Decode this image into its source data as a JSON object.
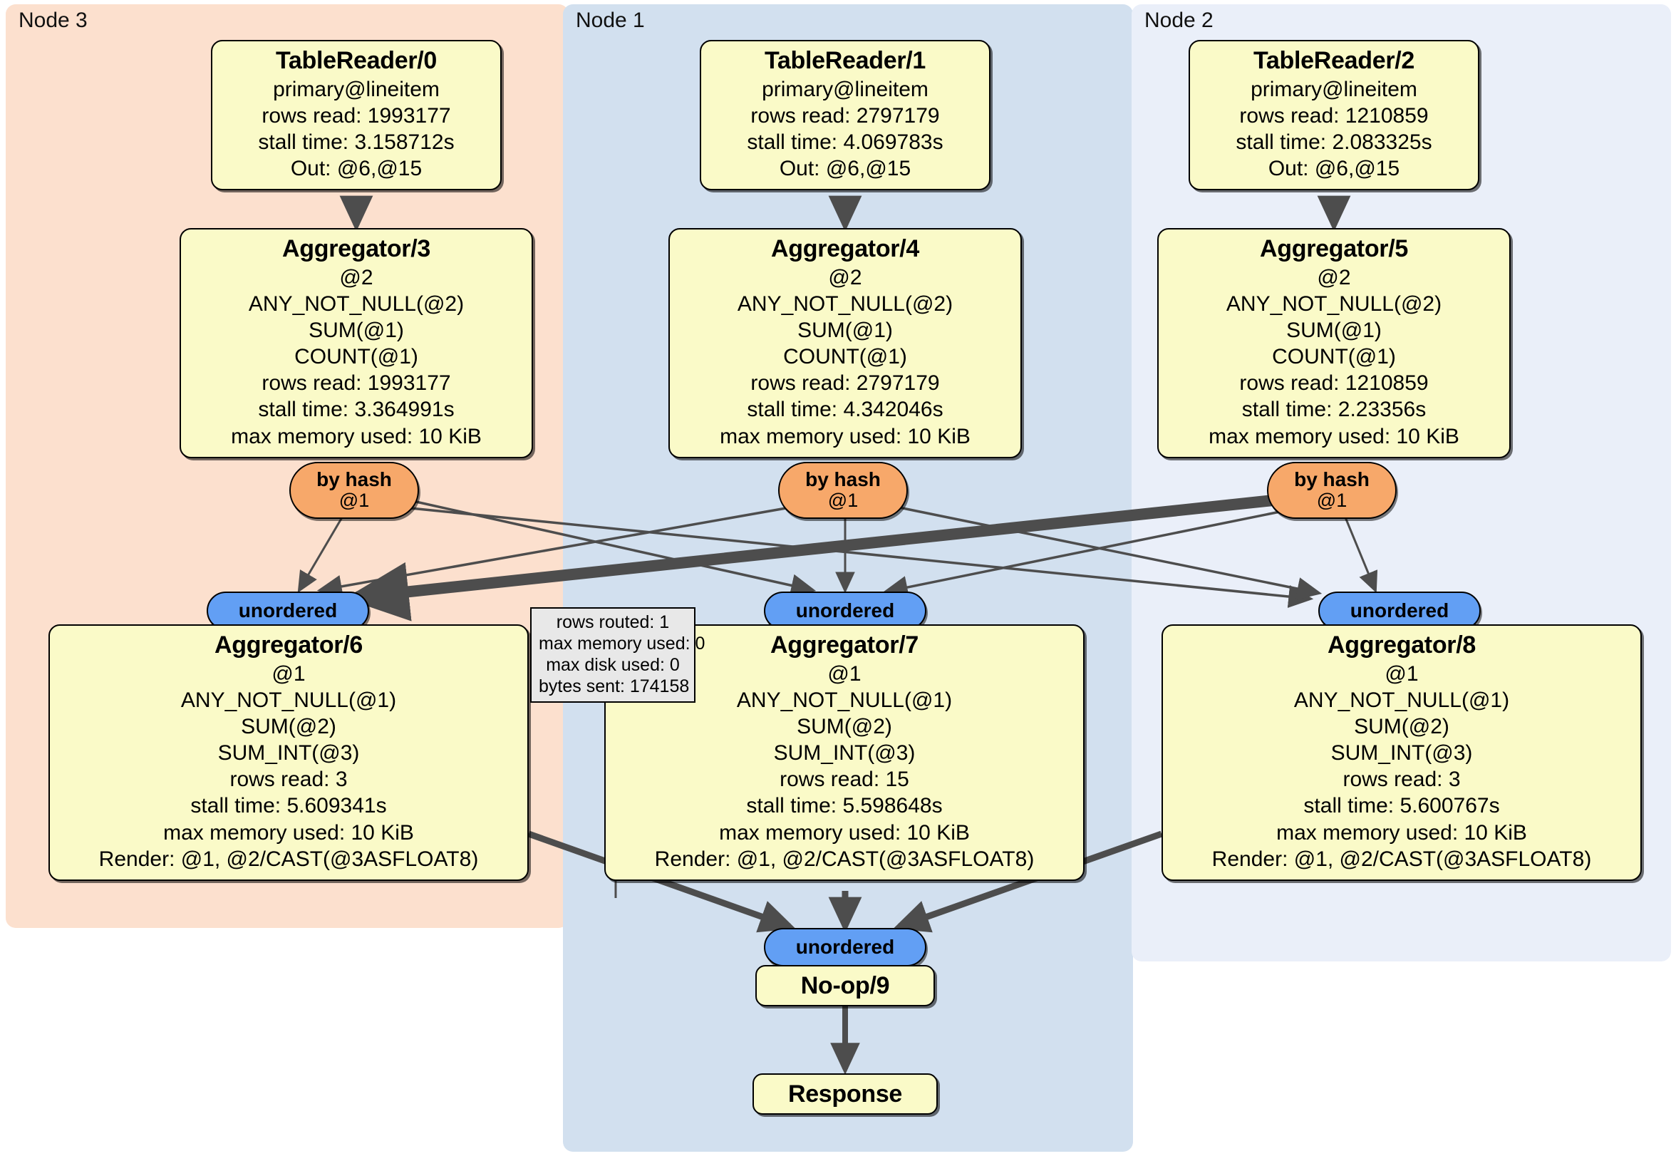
{
  "diagram": {
    "title": "Distributed query execution plan",
    "colors": {
      "node3_panel": "#FCE0CE",
      "node1_panel": "#D2E0EF",
      "node2_panel": "#EAEFF9",
      "operator_box": "#FAFAC8",
      "by_hash_pill": "#F7A86A",
      "unordered_pill": "#629FF4",
      "tooltip": "#E8E8E8",
      "edge": "#4D4D4D"
    }
  },
  "clusters": [
    {
      "id": "node3",
      "label": "Node 3"
    },
    {
      "id": "node1",
      "label": "Node 1"
    },
    {
      "id": "node2",
      "label": "Node 2"
    }
  ],
  "processors": {
    "tablereader0": {
      "title": "TableReader/0",
      "lines": [
        "primary@lineitem",
        "rows read: 1993177",
        "stall time: 3.158712s",
        "Out: @6,@15"
      ]
    },
    "tablereader1": {
      "title": "TableReader/1",
      "lines": [
        "primary@lineitem",
        "rows read: 2797179",
        "stall time: 4.069783s",
        "Out: @6,@15"
      ]
    },
    "tablereader2": {
      "title": "TableReader/2",
      "lines": [
        "primary@lineitem",
        "rows read: 1210859",
        "stall time: 2.083325s",
        "Out: @6,@15"
      ]
    },
    "aggregator3": {
      "title": "Aggregator/3",
      "lines": [
        "@2",
        "ANY_NOT_NULL(@2)",
        "SUM(@1)",
        "COUNT(@1)",
        "rows read: 1993177",
        "stall time: 3.364991s",
        "max memory used: 10 KiB"
      ]
    },
    "aggregator4": {
      "title": "Aggregator/4",
      "lines": [
        "@2",
        "ANY_NOT_NULL(@2)",
        "SUM(@1)",
        "COUNT(@1)",
        "rows read: 2797179",
        "stall time: 4.342046s",
        "max memory used: 10 KiB"
      ]
    },
    "aggregator5": {
      "title": "Aggregator/5",
      "lines": [
        "@2",
        "ANY_NOT_NULL(@2)",
        "SUM(@1)",
        "COUNT(@1)",
        "rows read: 1210859",
        "stall time: 2.23356s",
        "max memory used: 10 KiB"
      ]
    },
    "aggregator6": {
      "title": "Aggregator/6",
      "lines": [
        "@1",
        "ANY_NOT_NULL(@1)",
        "SUM(@2)",
        "SUM_INT(@3)",
        "rows read: 3",
        "stall time: 5.609341s",
        "max memory used: 10 KiB",
        "Render: @1, @2/CAST(@3ASFLOAT8)"
      ]
    },
    "aggregator7": {
      "title": "Aggregator/7",
      "lines": [
        "@1",
        "ANY_NOT_NULL(@1)",
        "SUM(@2)",
        "SUM_INT(@3)",
        "rows read: 15",
        "stall time: 5.598648s",
        "max memory used: 10 KiB",
        "Render: @1, @2/CAST(@3ASFLOAT8)"
      ]
    },
    "aggregator8": {
      "title": "Aggregator/8",
      "lines": [
        "@1",
        "ANY_NOT_NULL(@1)",
        "SUM(@2)",
        "SUM_INT(@3)",
        "rows read: 3",
        "stall time: 5.600767s",
        "max memory used: 10 KiB",
        "Render: @1, @2/CAST(@3ASFLOAT8)"
      ]
    },
    "noop9": {
      "title": "No-op/9"
    },
    "response": {
      "title": "Response"
    }
  },
  "routers": {
    "byhash_a": {
      "label": "by hash",
      "column": "@1"
    },
    "byhash_b": {
      "label": "by hash",
      "column": "@1"
    },
    "byhash_c": {
      "label": "by hash",
      "column": "@1"
    }
  },
  "inputs": {
    "unordered_left": {
      "label": "unordered"
    },
    "unordered_mid": {
      "label": "unordered"
    },
    "unordered_right": {
      "label": "unordered"
    },
    "unordered_bottom": {
      "label": "unordered"
    }
  },
  "stream_stats": {
    "lines": [
      "rows routed: 1",
      "max memory used: 0",
      "max disk used: 0",
      "bytes sent: 174158"
    ]
  }
}
